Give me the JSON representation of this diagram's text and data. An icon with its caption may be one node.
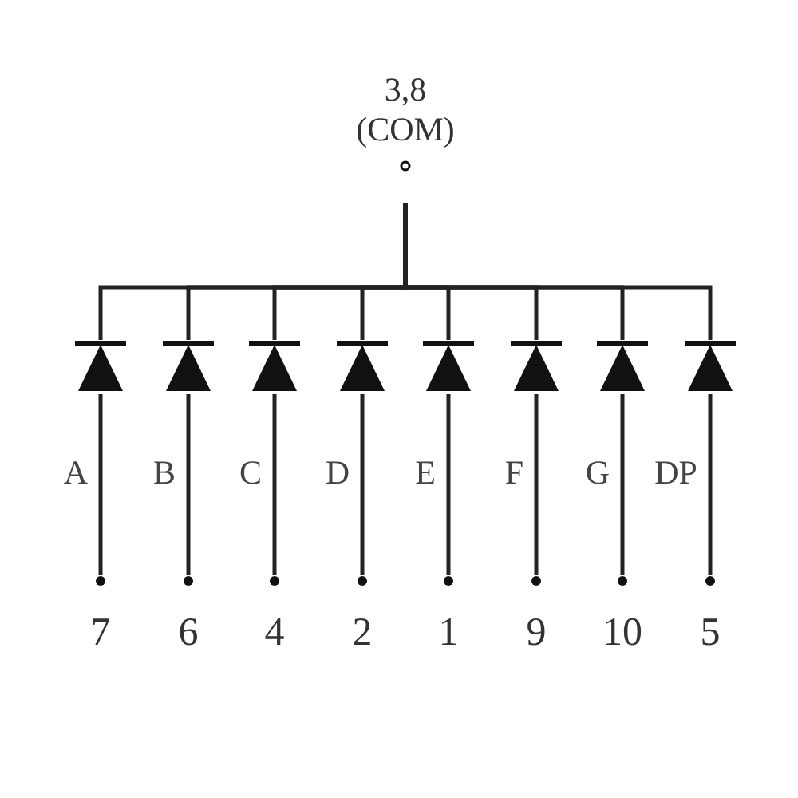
{
  "diagram": {
    "nodes": [
      {
        "text": [
          "3,8",
          "(COM)"
        ]
      },
      {
        "text": [],
        "shape": "diode",
        "beside": [
          "A"
        ]
      },
      {
        "text": [],
        "shape": "diode",
        "beside": [
          "B"
        ]
      },
      {
        "text": [],
        "shape": "diode",
        "beside": [
          "C"
        ]
      },
      {
        "text": [],
        "shape": "diode",
        "beside": [
          "D"
        ]
      },
      {
        "text": [],
        "shape": "diode",
        "beside": [
          "E"
        ]
      },
      {
        "text": [],
        "shape": "diode",
        "beside": [
          "F"
        ]
      },
      {
        "text": [],
        "shape": "diode",
        "beside": [
          "G"
        ]
      },
      {
        "text": [],
        "shape": "diode",
        "beside": [
          "DP"
        ]
      },
      {
        "text": [
          "7"
        ]
      },
      {
        "text": [
          "6"
        ]
      },
      {
        "text": [
          "4"
        ]
      },
      {
        "text": [
          "2"
        ]
      },
      {
        "text": [
          "1"
        ]
      },
      {
        "text": [
          "9"
        ]
      },
      {
        "text": [
          "10"
        ]
      },
      {
        "text": [
          "5"
        ]
      }
    ],
    "edges": [
      {
        "from": 9,
        "to": 1,
        "arrow": "none"
      },
      {
        "from": 10,
        "to": 2,
        "arrow": "none"
      },
      {
        "from": 11,
        "to": 3,
        "arrow": "none"
      },
      {
        "from": 12,
        "to": 4,
        "arrow": "none"
      },
      {
        "from": 13,
        "to": 5,
        "arrow": "none"
      },
      {
        "from": 14,
        "to": 6,
        "arrow": "none"
      },
      {
        "from": 15,
        "to": 7,
        "arrow": "none"
      },
      {
        "from": 16,
        "to": 8,
        "arrow": "none"
      },
      {
        "from": 1,
        "to": 0,
        "arrow": "none"
      },
      {
        "from": 2,
        "to": 0,
        "arrow": "none"
      },
      {
        "from": 3,
        "to": 0,
        "arrow": "none"
      },
      {
        "from": 4,
        "to": 0,
        "arrow": "none"
      },
      {
        "from": 5,
        "to": 0,
        "arrow": "none"
      },
      {
        "from": 6,
        "to": 0,
        "arrow": "none"
      },
      {
        "from": 7,
        "to": 0,
        "arrow": "none"
      },
      {
        "from": 8,
        "to": 0,
        "arrow": "none"
      }
    ]
  }
}
